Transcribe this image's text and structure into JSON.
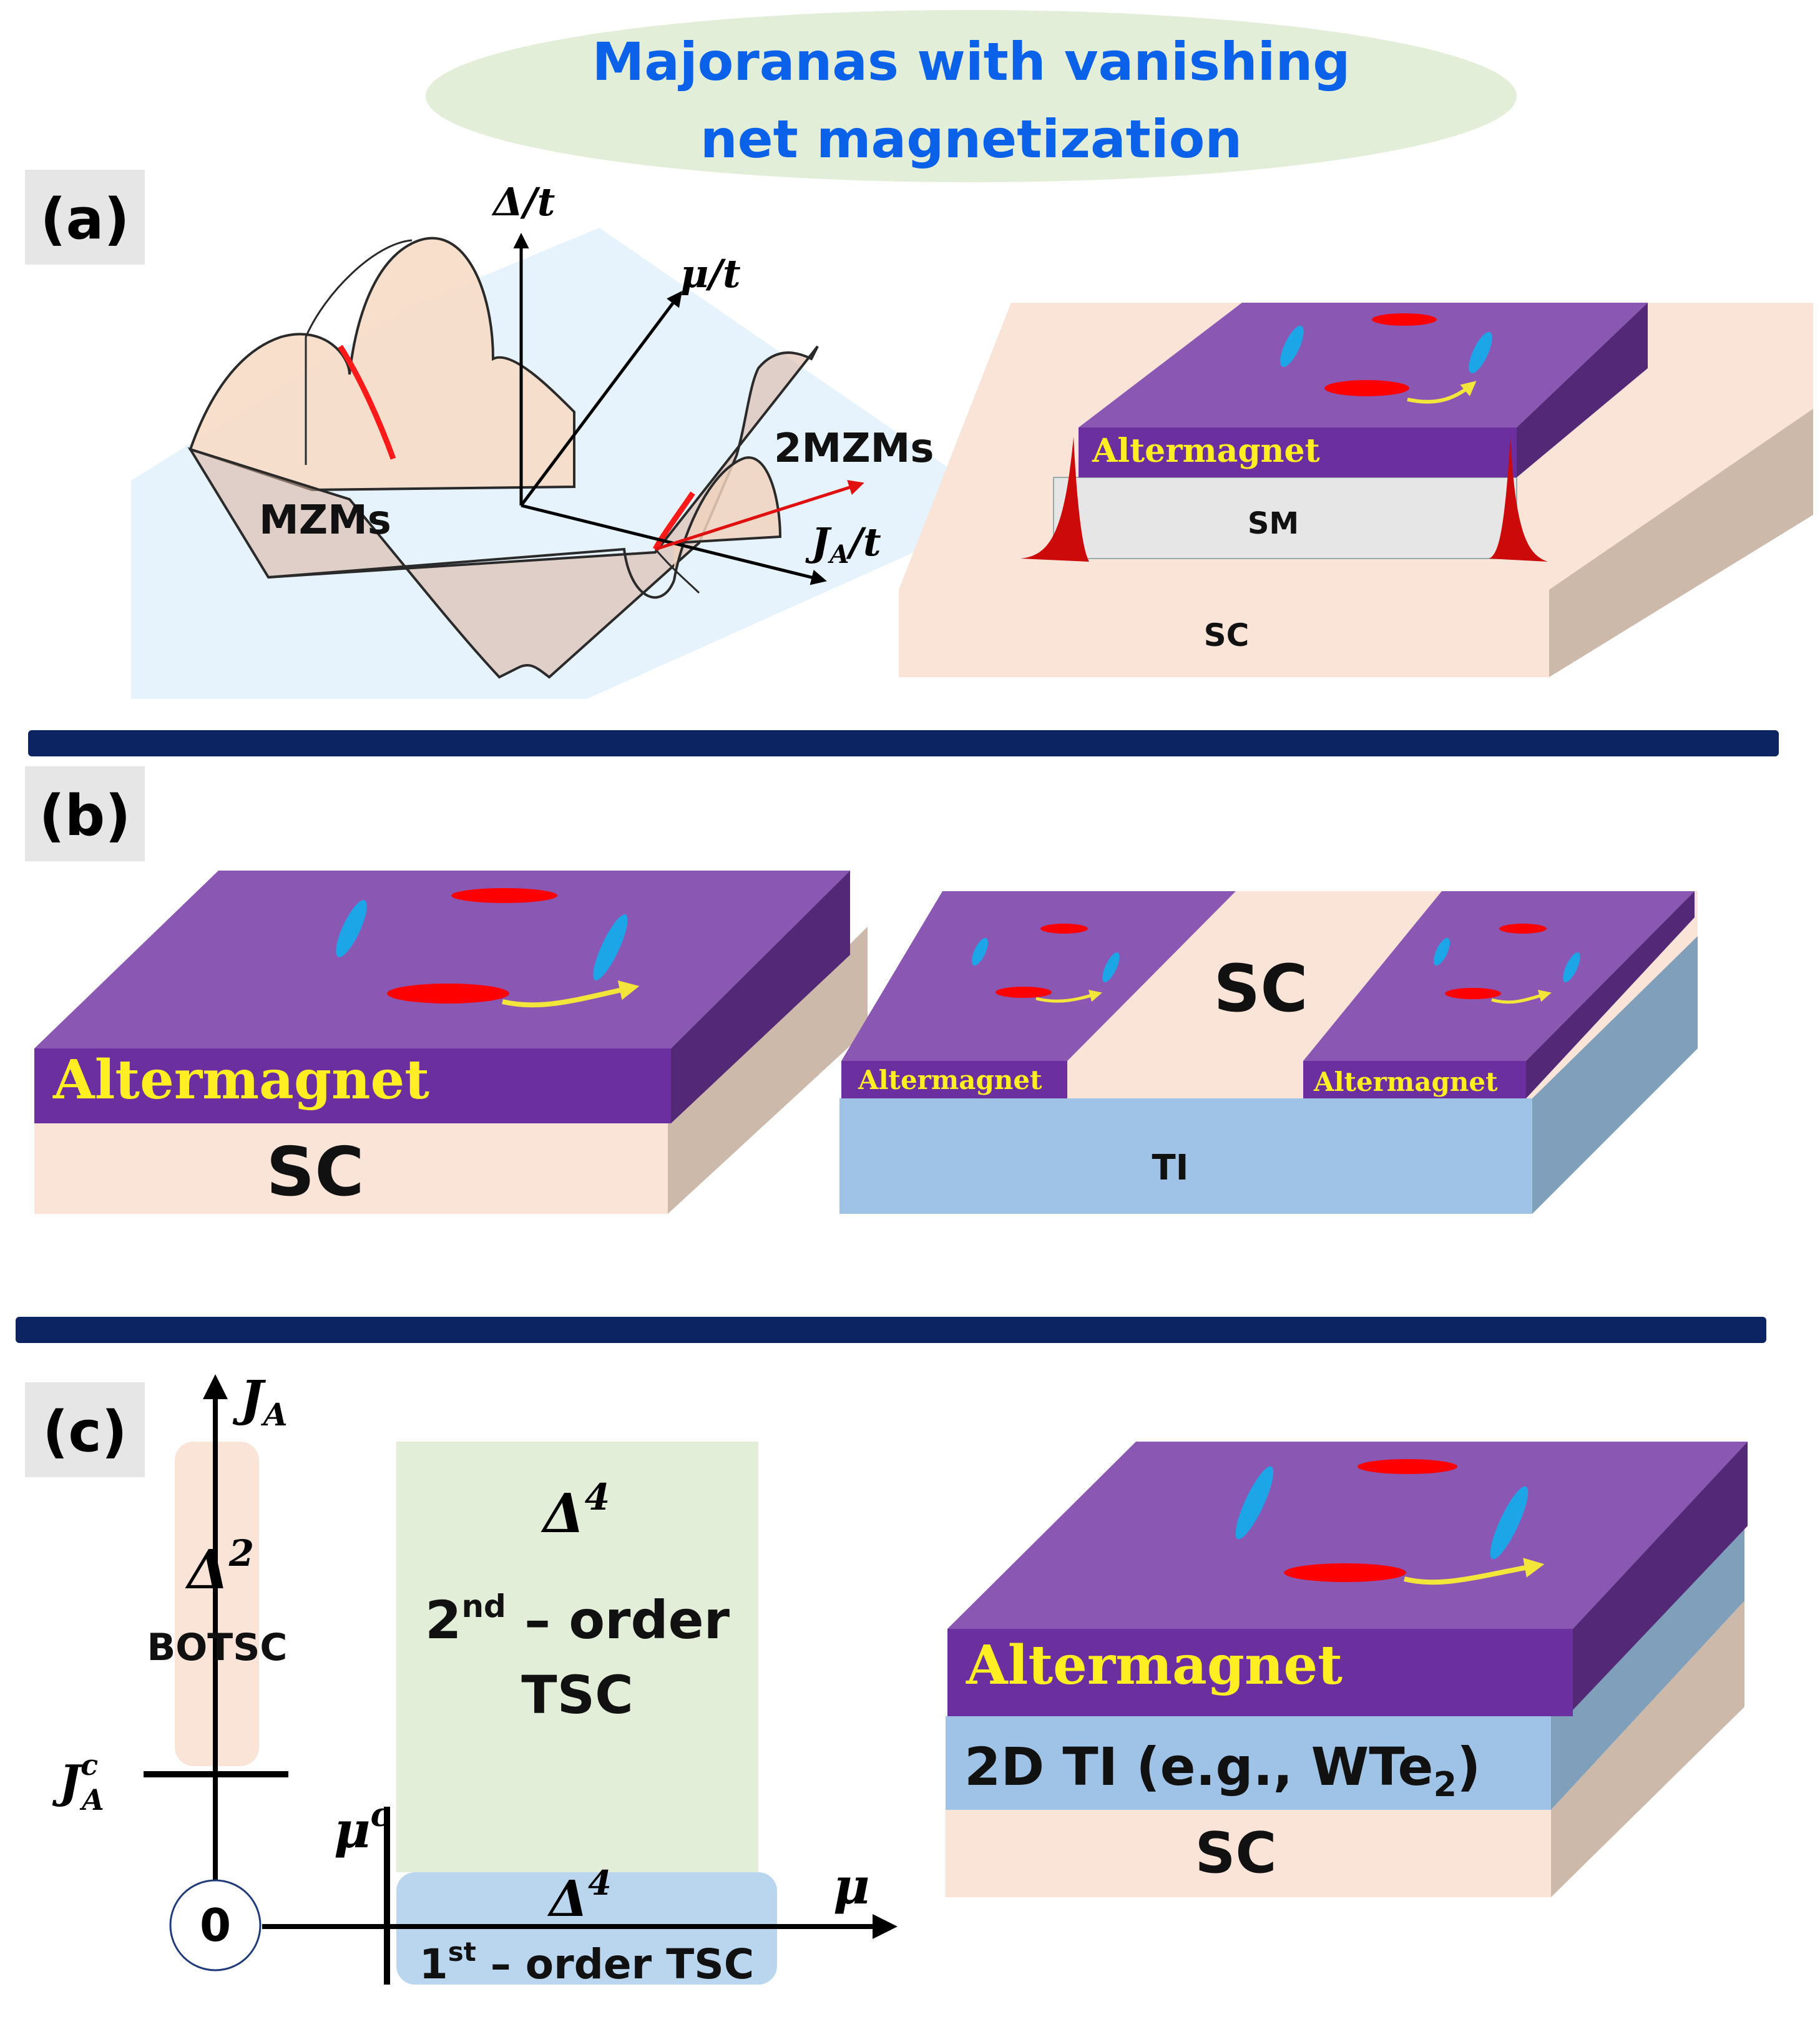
{
  "banner": {
    "line1": "Majoranas with vanishing",
    "line2": "net magnetization"
  },
  "panels": {
    "a": {
      "label": "(a)",
      "axes": {
        "z": "Δ/t",
        "y": "μ/t",
        "x": "J",
        "x_sub": "A",
        "x_tail": "/t"
      },
      "mzms_label": "MZMs",
      "two_mzms_label": "2MZMs",
      "device": {
        "top": "Altermagnet",
        "middle": "SM",
        "bottom": "SC"
      }
    },
    "b": {
      "label": "(b)",
      "left_device": {
        "top": "Altermagnet",
        "bottom": "SC"
      },
      "right_device": {
        "left_strip": "Altermagnet",
        "center": "SC",
        "right_strip": "Altermagnet",
        "bottom": "TI"
      }
    },
    "c": {
      "label": "(c)",
      "phase": {
        "y_axis_main": "J",
        "y_axis_sub": "A",
        "critical_main": "J",
        "critical_sup": "c",
        "critical_sub": "A",
        "mu_main": "μ",
        "mu_sup": "c",
        "x_axis": "μ",
        "origin": "0",
        "botsc_order": "Δ",
        "botsc_order_sup": "2",
        "botsc_label": "BOTSC",
        "second_order": "Δ",
        "second_order_sup": "4",
        "second_line1_num": "2",
        "second_line1_sup": "nd",
        "second_line1_rest": " – order",
        "second_line2": "TSC",
        "first_order": "Δ",
        "first_order_sup": "4",
        "first_line_num": "1",
        "first_line_sup": "st",
        "first_line_rest": " – order TSC"
      },
      "device": {
        "top": "Altermagnet",
        "middle_main": "2D TI (e.g., WTe",
        "middle_sub": "2",
        "middle_end": ")",
        "bottom": "SC"
      }
    }
  },
  "colors": {
    "banner_fill": "#e3eed9",
    "banner_text": "#0b61e8",
    "purple_top": "#8a57b2",
    "purple_front": "#6b2fa0",
    "purple_side": "#532877",
    "sc_front": "#f9e4d7",
    "sc_side": "#cdb9aa",
    "ti_front": "#9fc3e6",
    "ti_side": "#7f9fba",
    "divider": "#0c2461",
    "label_bg": "#e6e6e6",
    "altermagnet_text": "#ffee22",
    "red": "#ff0000",
    "blue": "#1ca6e8",
    "arrow_yellow": "#f4e53a"
  }
}
